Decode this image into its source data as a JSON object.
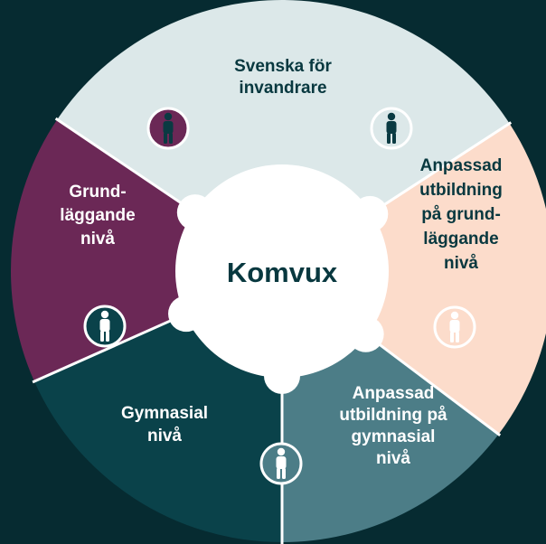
{
  "center": {
    "label": "Komvux"
  },
  "segments": [
    {
      "id": "sfi",
      "lines": [
        "Svenska för",
        "invandrare"
      ],
      "color": "#dce8e9",
      "text_color": "#08383f",
      "icon": "person-icon"
    },
    {
      "id": "anpassad-grund",
      "lines": [
        "Anpassad",
        "utbildning",
        "på grund-",
        "läggande",
        "nivå"
      ],
      "color": "#fcdccb",
      "text_color": "#08383f",
      "icon": "person-icon"
    },
    {
      "id": "anpassad-gymnasial",
      "lines": [
        "Anpassad",
        "utbildning på",
        "gymnasial",
        "nivå"
      ],
      "color": "#4c7d87",
      "text_color": "#ffffff",
      "icon": "person-icon"
    },
    {
      "id": "gymnasial",
      "lines": [
        "Gymnasial",
        "nivå"
      ],
      "color": "#0a424a",
      "text_color": "#ffffff",
      "icon": "person-icon"
    },
    {
      "id": "grundlaggande",
      "lines": [
        "Grund-",
        "läggande",
        "nivå"
      ],
      "color": "#6b2856",
      "text_color": "#ffffff",
      "icon": "person-icon"
    }
  ],
  "colors": {
    "background": "#062b31",
    "divider": "#ffffff",
    "center_fill": "#ffffff",
    "center_text": "#08383f",
    "icon_dark": "#0a3a42",
    "icon_light": "#ffffff"
  }
}
